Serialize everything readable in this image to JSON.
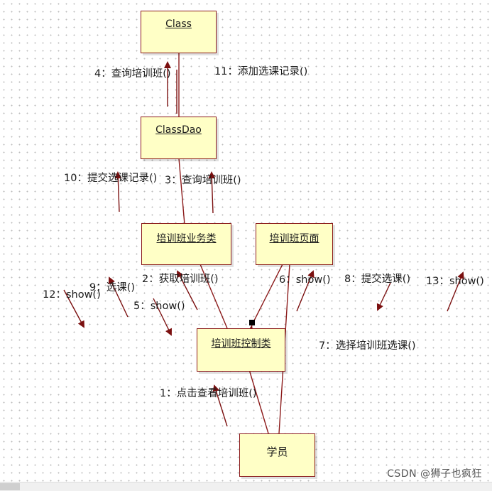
{
  "objects": {
    "class": "Class",
    "class_dao": "ClassDao",
    "business": "培训班业务类",
    "page": "培训班页面",
    "controller": "培训班控制类",
    "student": "学员"
  },
  "messages": {
    "m1": "1：点击查看培训班()",
    "m2": "2：获取培训班()",
    "m3": "3：查询培训班()",
    "m4": "4：查询培训班()",
    "m5": "5：show()",
    "m6": "6：show()",
    "m7": "7：选择培训班选课()",
    "m8": "8：提交选课()",
    "m9": "9：选课()",
    "m10": "10：提交选课记录()",
    "m11": "11：添加选课记录()",
    "m12": "12：show()",
    "m13": "13：show()"
  },
  "watermark": "CSDN @狮子也疯狂",
  "colors": {
    "box_fill": "#ffffc6",
    "box_border": "#8b1a1a",
    "link_line": "#8b1a1a",
    "arrow": "#7b1010"
  }
}
